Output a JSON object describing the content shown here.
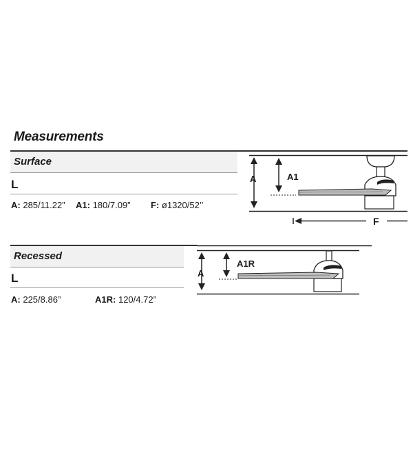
{
  "title": "Measurements",
  "surface": {
    "label": "Surface",
    "size": "L",
    "specs": [
      {
        "key": "A:",
        "value": "285/11.22”"
      },
      {
        "key": "A1:",
        "value": "180/7.09”"
      },
      {
        "key": "F:",
        "value": "ø1320/52’’"
      }
    ],
    "diagram": {
      "height_label": "A",
      "drop_label": "A1",
      "span_label": "F"
    }
  },
  "recessed": {
    "label": "Recessed",
    "size": "L",
    "specs": [
      {
        "key": "A:",
        "value": "225/8.86”"
      },
      {
        "key": "A1R:",
        "value": "120/4.72”"
      }
    ],
    "diagram": {
      "height_label": "A",
      "drop_label": "A1R"
    }
  }
}
